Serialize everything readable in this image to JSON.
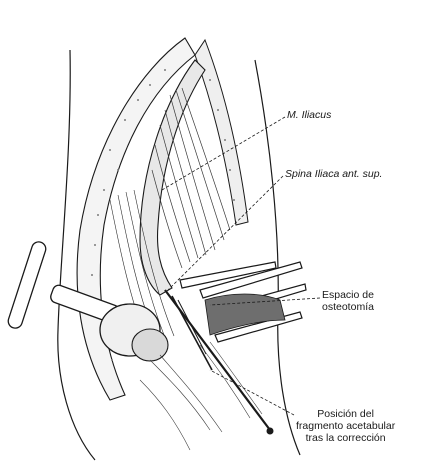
{
  "labels": {
    "iliacus": "M. Iliacus",
    "spina": "Spina Iliaca ant. sup.",
    "espacio": [
      "Espacio de",
      "osteotomía"
    ],
    "posicion": [
      "Posición del",
      "fragmento acetabular",
      "tras la corrección"
    ]
  },
  "colors": {
    "ink": "#1a1a1a",
    "shade": "#6e6e6e",
    "light": "#b5b5b5",
    "background": "#ffffff"
  }
}
